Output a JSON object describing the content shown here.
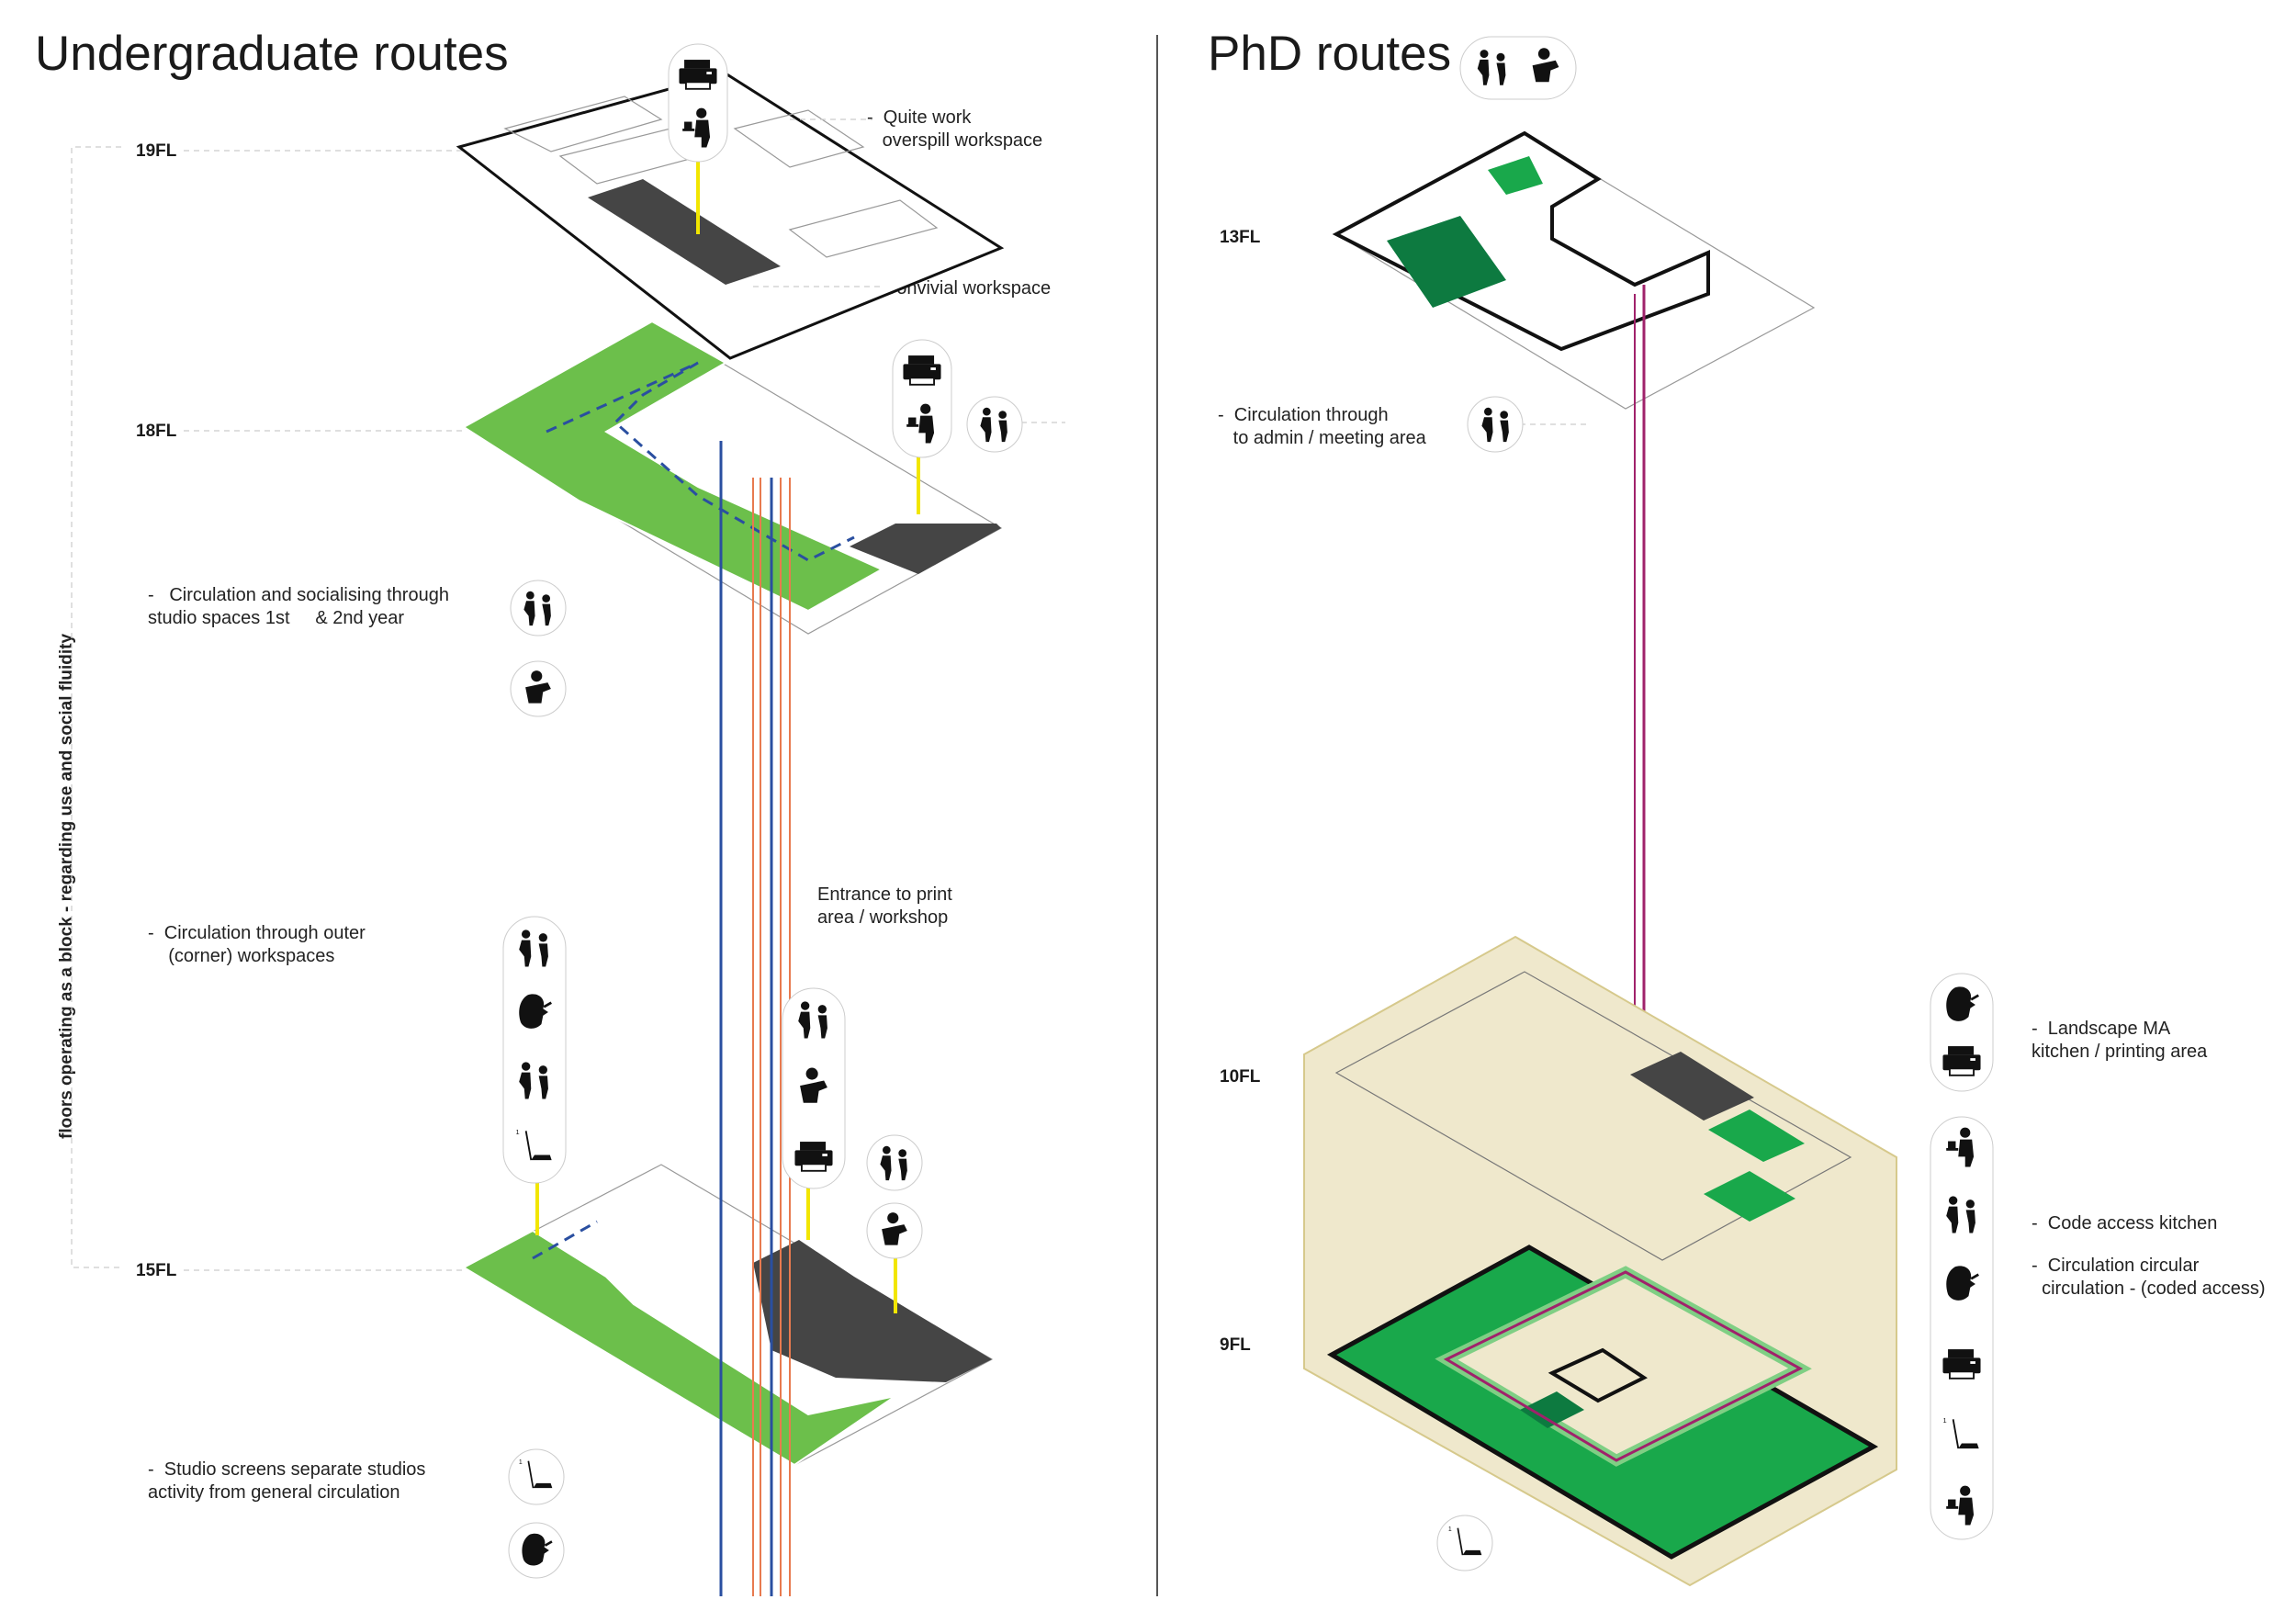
{
  "titles": {
    "left": "Undergraduate routes",
    "right": "PhD routes"
  },
  "vertical_label": "floors operating as a block - regarding use and social fluidity",
  "floors": {
    "fl19": "19FL",
    "fl18": "18FL",
    "fl15": "15FL",
    "fl13": "13FL",
    "fl10": "10FL",
    "fl9": "9FL"
  },
  "notes": {
    "quite_work": "-  Quite work\n   overspill workspace",
    "convivial": "-  Convivial workspace",
    "circ_socialising": "-   Circulation and socialising through\nstudio spaces 1st     & 2nd year",
    "circ_outer": "-  Circulation through outer\n    (corner) workspaces",
    "studio_screens": "-  Studio screens separate studios\nactivity from general circulation",
    "entrance_print": "Entrance to print\narea / workshop",
    "circ_admin": "-  Circulation through\n   to admin / meeting area",
    "landscape_ma": "-  Landscape MA\nkitchen / printing area",
    "code_access": "-  Code access kitchen",
    "circ_circular": "-  Circulation circular\n  circulation - (coded access)"
  },
  "icons": [
    "printer-icon",
    "person-at-desk-icon",
    "people-talking-icon",
    "person-eating-icon",
    "laptop-icon",
    "person-reading-icon"
  ],
  "colors": {
    "studio_green": "#6cbf4b",
    "phd_green": "#19a84b",
    "phd_dark_green": "#0d7a40",
    "dark_grey": "#454545",
    "ug_route_blue": "#2a4fa0",
    "ug_route_orange": "#e87a4f",
    "phd_route_magenta": "#a0226b",
    "block_beige": "#efe8cc",
    "highlight_yellow": "#f2e600"
  }
}
